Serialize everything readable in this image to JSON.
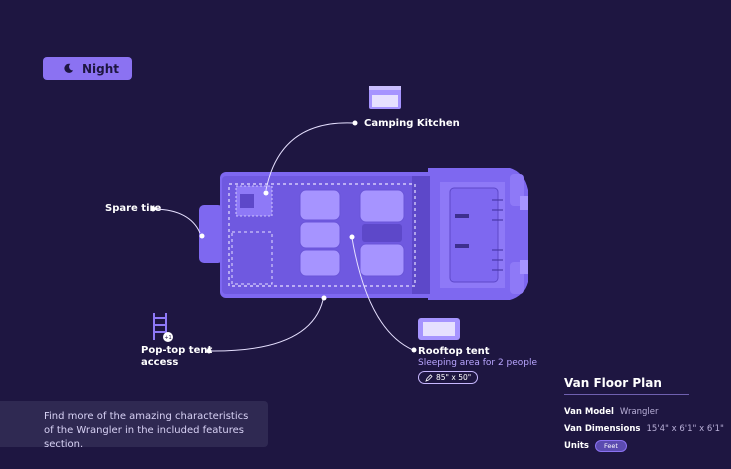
{
  "toggle": {
    "label": "Night",
    "icon": "moon-icon"
  },
  "callouts": {
    "kitchen": "Camping Kitchen",
    "spare": "Spare tire",
    "poptop_line1": "Pop-top tent",
    "poptop_line2": "access",
    "rooftop": "Rooftop tent",
    "rooftop_sub": "Sleeping area for 2 people",
    "rooftop_size": "85\" x 50\""
  },
  "info": {
    "text_line1": "Find more of the amazing characteristics",
    "text_line2": "of the Wrangler in the included features section."
  },
  "specs": {
    "title": "Van Floor Plan",
    "model_label": "Van Model",
    "model_value": "Wrangler",
    "dims_label": "Van Dimensions",
    "dims_value": "15'4\" x 6'1\" x 6'1\"",
    "units_label": "Units",
    "units_value": "Feet"
  },
  "colors": {
    "background": "#1e1641",
    "accent": "#8b72f2",
    "vehicle": "#7e68f0",
    "vehicle_dark": "#5d48c9"
  }
}
